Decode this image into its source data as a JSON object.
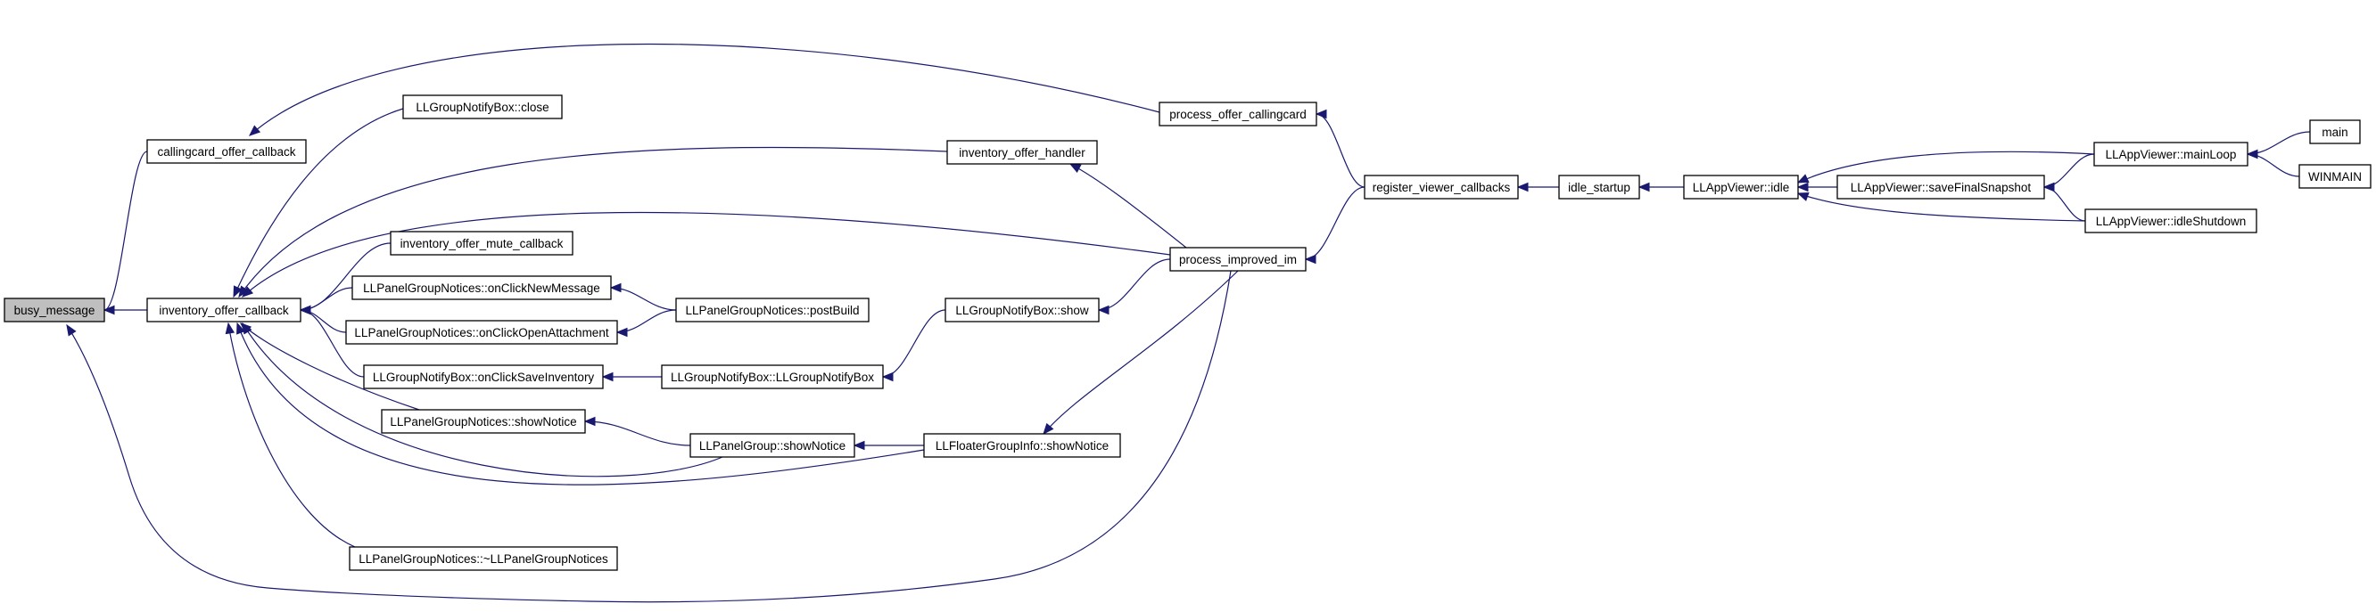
{
  "diagram": {
    "type": "call-graph",
    "colors": {
      "edge": "#191970",
      "node_border": "#000000",
      "root_fill": "#bfbfbf",
      "node_fill": "#ffffff"
    },
    "nodes": [
      {
        "id": "busy_message",
        "label": "busy_message",
        "root": true
      },
      {
        "id": "callingcard_offer_callback",
        "label": "callingcard_offer_callback"
      },
      {
        "id": "inventory_offer_callback",
        "label": "inventory_offer_callback"
      },
      {
        "id": "LLGroupNotifyBox_close",
        "label": "LLGroupNotifyBox::close"
      },
      {
        "id": "inventory_offer_mute_callback",
        "label": "inventory_offer_mute_callback"
      },
      {
        "id": "onClickNewMessage",
        "label": "LLPanelGroupNotices::onClickNewMessage"
      },
      {
        "id": "onClickOpenAttachment",
        "label": "LLPanelGroupNotices::onClickOpenAttachment"
      },
      {
        "id": "onClickSaveInventory",
        "label": "LLGroupNotifyBox::onClickSaveInventory"
      },
      {
        "id": "PGN_showNotice",
        "label": "LLPanelGroupNotices::showNotice"
      },
      {
        "id": "PGN_dtor",
        "label": "LLPanelGroupNotices::~LLPanelGroupNotices"
      },
      {
        "id": "postBuild",
        "label": "LLPanelGroupNotices::postBuild"
      },
      {
        "id": "LLGroupNotifyBox_ctor",
        "label": "LLGroupNotifyBox::LLGroupNotifyBox"
      },
      {
        "id": "PG_showNotice",
        "label": "LLPanelGroup::showNotice"
      },
      {
        "id": "inventory_offer_handler",
        "label": "inventory_offer_handler"
      },
      {
        "id": "LLGroupNotifyBox_show",
        "label": "LLGroupNotifyBox::show"
      },
      {
        "id": "FGI_showNotice",
        "label": "LLFloaterGroupInfo::showNotice"
      },
      {
        "id": "process_offer_callingcard",
        "label": "process_offer_callingcard"
      },
      {
        "id": "process_improved_im",
        "label": "process_improved_im"
      },
      {
        "id": "register_viewer_callbacks",
        "label": "register_viewer_callbacks"
      },
      {
        "id": "idle_startup",
        "label": "idle_startup"
      },
      {
        "id": "LLAppViewer_idle",
        "label": "LLAppViewer::idle"
      },
      {
        "id": "saveFinalSnapshot",
        "label": "LLAppViewer::saveFinalSnapshot"
      },
      {
        "id": "mainLoop",
        "label": "LLAppViewer::mainLoop"
      },
      {
        "id": "idleShutdown",
        "label": "LLAppViewer::idleShutdown"
      },
      {
        "id": "main",
        "label": "main"
      },
      {
        "id": "WINMAIN",
        "label": "WINMAIN"
      }
    ],
    "edges": [
      {
        "from": "callingcard_offer_callback",
        "to": "busy_message"
      },
      {
        "from": "inventory_offer_callback",
        "to": "busy_message"
      },
      {
        "from": "process_improved_im",
        "to": "busy_message"
      },
      {
        "from": "process_offer_callingcard",
        "to": "callingcard_offer_callback"
      },
      {
        "from": "LLGroupNotifyBox_close",
        "to": "inventory_offer_callback"
      },
      {
        "from": "inventory_offer_handler",
        "to": "inventory_offer_callback"
      },
      {
        "from": "process_improved_im",
        "to": "inventory_offer_callback"
      },
      {
        "from": "inventory_offer_mute_callback",
        "to": "inventory_offer_callback"
      },
      {
        "from": "onClickNewMessage",
        "to": "inventory_offer_callback"
      },
      {
        "from": "onClickOpenAttachment",
        "to": "inventory_offer_callback"
      },
      {
        "from": "onClickSaveInventory",
        "to": "inventory_offer_callback"
      },
      {
        "from": "PGN_showNotice",
        "to": "inventory_offer_callback"
      },
      {
        "from": "PG_showNotice",
        "to": "inventory_offer_callback"
      },
      {
        "from": "FGI_showNotice",
        "to": "inventory_offer_callback"
      },
      {
        "from": "PGN_dtor",
        "to": "inventory_offer_callback"
      },
      {
        "from": "postBuild",
        "to": "onClickNewMessage"
      },
      {
        "from": "postBuild",
        "to": "onClickOpenAttachment"
      },
      {
        "from": "LLGroupNotifyBox_ctor",
        "to": "onClickSaveInventory"
      },
      {
        "from": "PG_showNotice",
        "to": "PGN_showNotice"
      },
      {
        "from": "LLGroupNotifyBox_show",
        "to": "LLGroupNotifyBox_ctor"
      },
      {
        "from": "FGI_showNotice",
        "to": "PG_showNotice"
      },
      {
        "from": "process_improved_im",
        "to": "inventory_offer_handler"
      },
      {
        "from": "process_improved_im",
        "to": "LLGroupNotifyBox_show"
      },
      {
        "from": "process_improved_im",
        "to": "FGI_showNotice"
      },
      {
        "from": "register_viewer_callbacks",
        "to": "process_offer_callingcard"
      },
      {
        "from": "register_viewer_callbacks",
        "to": "process_improved_im"
      },
      {
        "from": "idle_startup",
        "to": "register_viewer_callbacks"
      },
      {
        "from": "LLAppViewer_idle",
        "to": "idle_startup"
      },
      {
        "from": "mainLoop",
        "to": "LLAppViewer_idle"
      },
      {
        "from": "saveFinalSnapshot",
        "to": "LLAppViewer_idle"
      },
      {
        "from": "idleShutdown",
        "to": "LLAppViewer_idle"
      },
      {
        "from": "mainLoop",
        "to": "saveFinalSnapshot"
      },
      {
        "from": "idleShutdown",
        "to": "saveFinalSnapshot"
      },
      {
        "from": "main",
        "to": "mainLoop"
      },
      {
        "from": "WINMAIN",
        "to": "mainLoop"
      }
    ]
  }
}
